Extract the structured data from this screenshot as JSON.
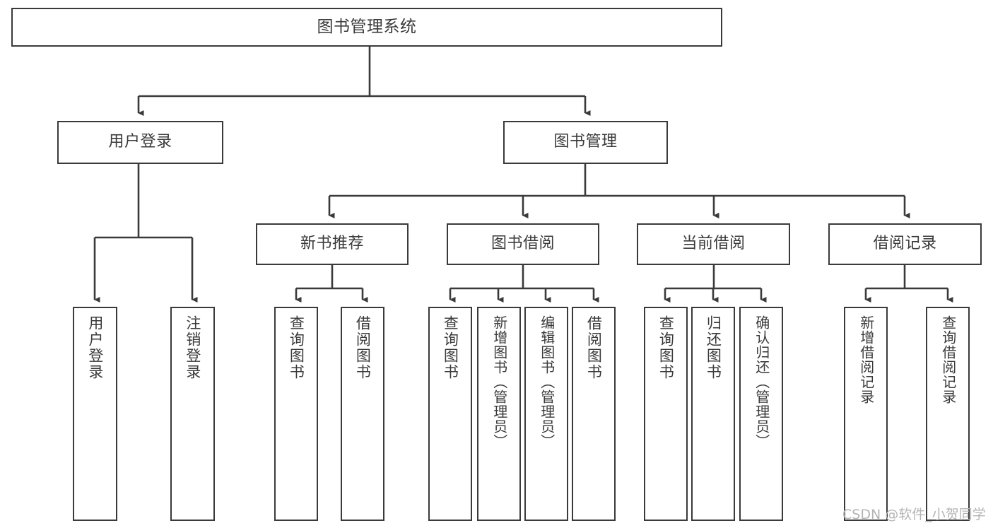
{
  "diagram": {
    "title": "图书管理系统",
    "type": "hierarchy-tree",
    "watermark": "CSDN @软件_小贺同学",
    "colors": {
      "stroke": "#3a3a3a",
      "fill": "#ffffff",
      "background": "#ffffff",
      "watermark": "#b4b4b4"
    },
    "levels": {
      "root": {
        "label": "图书管理系统"
      },
      "level2": [
        {
          "label": "用户登录"
        },
        {
          "label": "图书管理"
        }
      ],
      "level3": [
        {
          "label": "新书推荐"
        },
        {
          "label": "图书借阅"
        },
        {
          "label": "当前借阅"
        },
        {
          "label": "借阅记录"
        }
      ],
      "leaves": {
        "user_login": [
          {
            "label": "用户登录"
          },
          {
            "label": "注销登录"
          }
        ],
        "new_book_recommend": [
          {
            "label": "查询图书"
          },
          {
            "label": "借阅图书"
          }
        ],
        "book_borrow": [
          {
            "label": "查询图书"
          },
          {
            "label": "新增图书（管理员）"
          },
          {
            "label": "编辑图书（管理员）"
          },
          {
            "label": "借阅图书"
          }
        ],
        "current_borrow": [
          {
            "label": "查询图书"
          },
          {
            "label": "归还图书"
          },
          {
            "label": "确认归还（管理员）"
          }
        ],
        "borrow_record": [
          {
            "label": "新增借阅记录"
          },
          {
            "label": "查询借阅记录"
          }
        ]
      }
    }
  }
}
